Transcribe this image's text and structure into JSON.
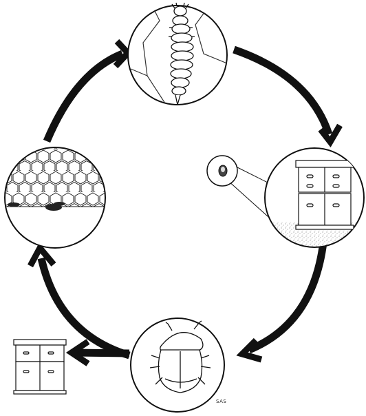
{
  "diagram": {
    "illustrator_initials": "SAS",
    "stages": [
      {
        "id": "larva",
        "icon": "larva-icon"
      },
      {
        "id": "pupation-in-soil",
        "icon": "hive-soil-icon"
      },
      {
        "id": "adult-beetle",
        "icon": "beetle-icon"
      },
      {
        "id": "eggs-in-comb",
        "icon": "honeycomb-icon"
      }
    ],
    "arrow_color": "#111111",
    "line_color": "#111111"
  }
}
